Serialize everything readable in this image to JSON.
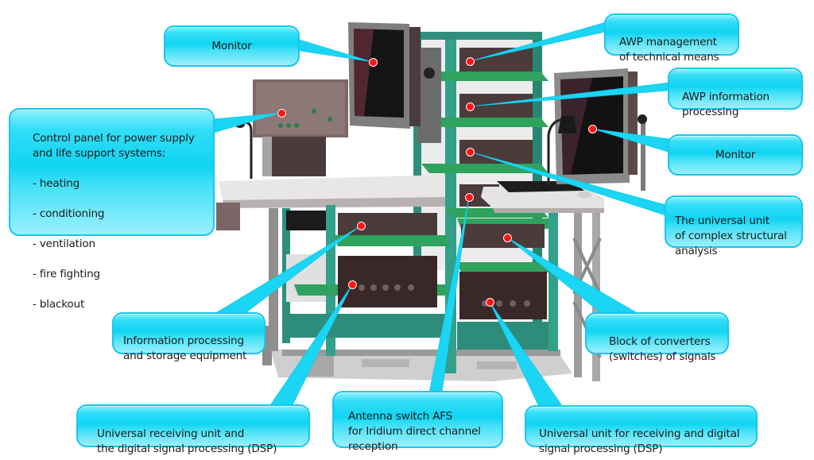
{
  "diagram": {
    "subject": "Automated workstation rack with labeled equipment",
    "colors": {
      "callout_fill": "#21d8f4",
      "callout_border": "#19c6ec",
      "marker": "#ff1515",
      "frame": "#2e8c7a",
      "shelf": "#2fa25d",
      "equipment": "#4b3b3b"
    },
    "callouts": [
      {
        "id": "monitor-left",
        "text": "Monitor"
      },
      {
        "id": "control-panel",
        "title": "Control panel for power supply\nand life support systems:",
        "items": [
          "- heating",
          "- conditioning",
          "- ventilation",
          "- fire fighting",
          "- blackout"
        ]
      },
      {
        "id": "awp-management",
        "text": "AWP management\nof technical means"
      },
      {
        "id": "awp-information",
        "text": "AWP information\nprocessing"
      },
      {
        "id": "monitor-right",
        "text": "Monitor"
      },
      {
        "id": "universal-unit-analysis",
        "text": "The universal unit\nof complex structural\nanalysis"
      },
      {
        "id": "info-storage",
        "text": "Information processing\nand storage equipment"
      },
      {
        "id": "block-converters",
        "text": "Block of converters\n(switches) of signals"
      },
      {
        "id": "universal-receiving-dsp",
        "text": "Universal receiving unit and\nthe digital signal processing (DSP)"
      },
      {
        "id": "antenna-switch",
        "text": "Antenna switch AFS\nfor Iridium direct channel\nreception"
      },
      {
        "id": "universal-unit-dsp",
        "text": "Universal unit for receiving and digital\nsignal processing (DSP)"
      }
    ]
  }
}
